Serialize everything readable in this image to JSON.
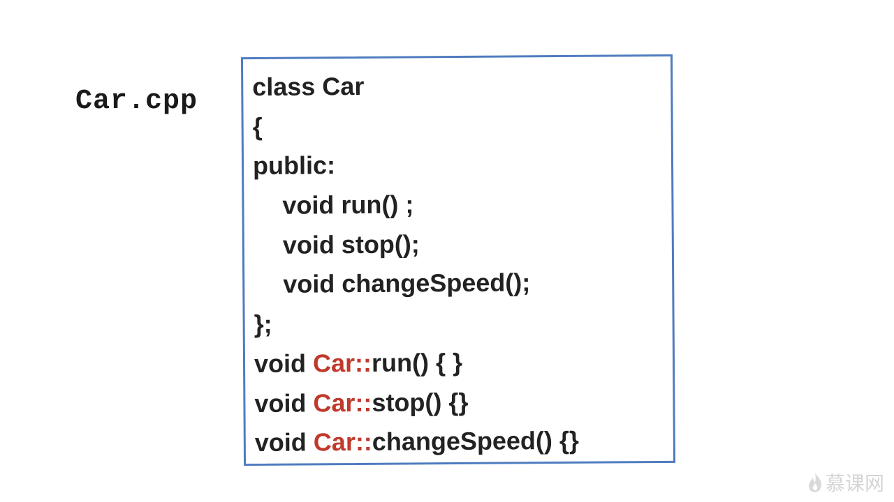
{
  "file": {
    "name": "Car.cpp"
  },
  "code": {
    "lines": [
      {
        "text": "class Car"
      },
      {
        "text": "{"
      },
      {
        "text": "public:"
      },
      {
        "text": "void run() ;"
      },
      {
        "text": "void stop();"
      },
      {
        "text": "void changeSpeed();"
      },
      {
        "text": "};"
      },
      {
        "pre": "void ",
        "cls": "Car",
        "sep": "::",
        "post": "run() { }"
      },
      {
        "pre": "void ",
        "cls": "Car",
        "sep": "::",
        "post": "stop() {}"
      },
      {
        "pre": "void ",
        "cls": "Car",
        "sep": "::",
        "post": "changeSpeed() {}"
      }
    ]
  },
  "watermark": {
    "text": "慕课网",
    "icon": "flame-logo-icon"
  },
  "colors": {
    "border": "#4f7cbf",
    "class_name": "#c0392b",
    "text": "#222222",
    "watermark": "#d4d4d4"
  }
}
